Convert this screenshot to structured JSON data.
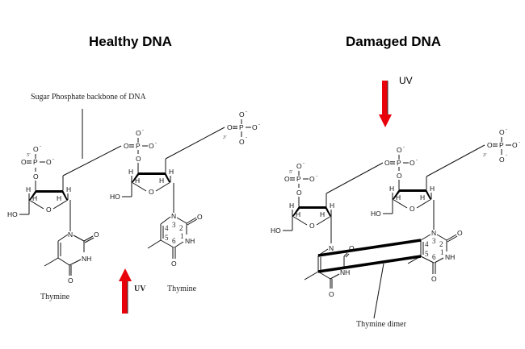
{
  "healthy": {
    "title": "Healthy DNA",
    "backbone_label": "Sugar Phosphate backbone of DNA",
    "base_label_1": "Thymine",
    "base_label_2": "Thymine",
    "uv_label": "UV"
  },
  "damaged": {
    "title": "Damaged DNA",
    "uv_label": "UV",
    "dimer_label": "Thymine dimer"
  },
  "atoms": {
    "O_minus": "O",
    "minus": "-",
    "O": "O",
    "P": "P",
    "H": "H",
    "HO": "HO",
    "N": "N",
    "NH": "NH",
    "five_prime": "5'",
    "three_prime": "3'"
  },
  "ring_numbers": [
    "1",
    "2",
    "3",
    "4",
    "5",
    "6"
  ],
  "colors": {
    "uv_arrow": "#e8000b",
    "text": "#000000"
  }
}
